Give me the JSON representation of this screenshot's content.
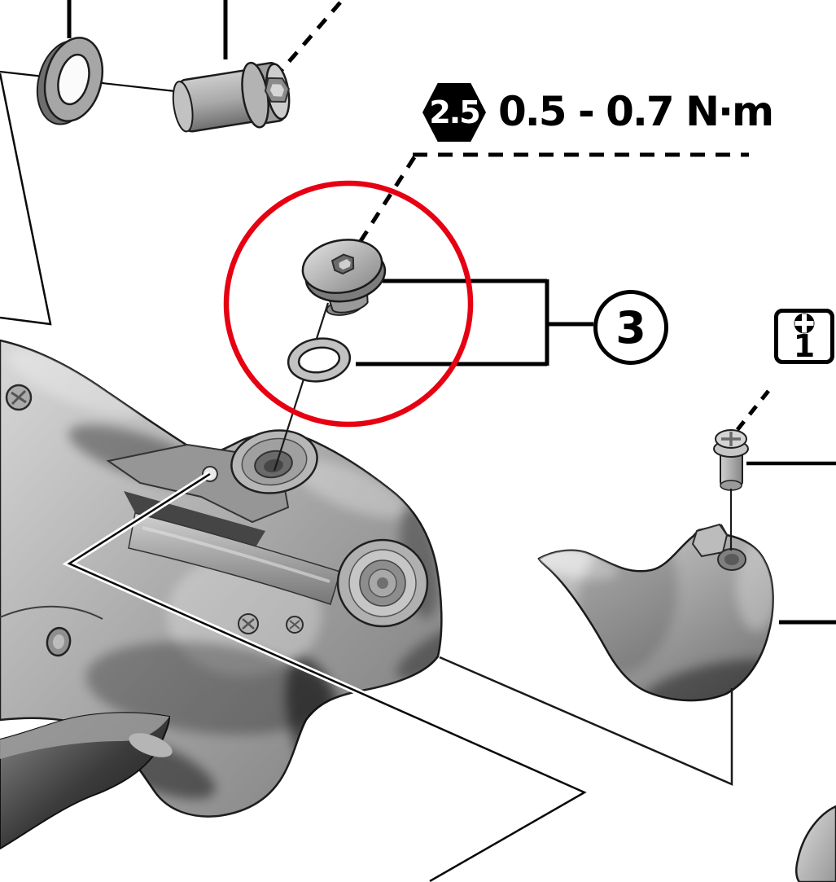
{
  "diagram": {
    "background": "#ffffff",
    "torque_note": {
      "tool_size": "2.5",
      "torque_range": "0.5 - 0.7 N·m"
    },
    "callouts": {
      "part_circle_label": "3",
      "tool_box_label": "1"
    },
    "colors": {
      "highlight_circle_red": "#e60012",
      "line_ink": "#000000",
      "part_gray": "#a8a8a8"
    },
    "icons": {
      "hex_key_badge": "hexagon-allen-key-size",
      "phillips_badge": "phillips-screwdriver-cross"
    }
  }
}
